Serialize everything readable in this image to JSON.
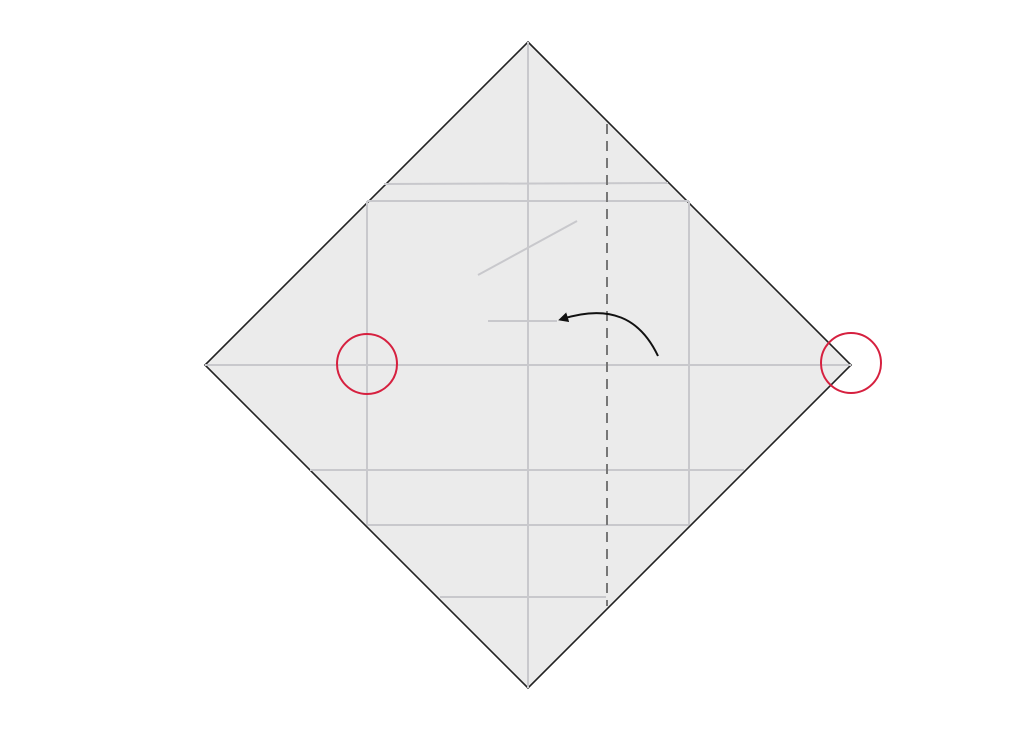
{
  "diagram": {
    "kind": "origami-fold-step",
    "colors": {
      "paper_fill": "#ebebeb",
      "paper_edge": "#222222",
      "crease": "#c8c8cc",
      "fold_line": "#777777",
      "arrow": "#111111",
      "target_marker": "#d6203f",
      "background": "#ffffff"
    },
    "elements": [
      {
        "name": "paper-square",
        "role": "paper sheet rotated 45 degrees (diamond)"
      },
      {
        "name": "existing-creases",
        "role": "light grey crease lines"
      },
      {
        "name": "valley-fold-line",
        "role": "dashed vertical fold line",
        "style": "dashed"
      },
      {
        "name": "fold-arrow",
        "role": "curved arrow showing fold direction",
        "direction": "right-to-left"
      },
      {
        "name": "target-marker-left",
        "role": "red circle marking the destination point",
        "icon": "circle-marker"
      },
      {
        "name": "target-marker-right",
        "role": "red circle marking the corner to be folded",
        "icon": "circle-marker"
      }
    ]
  }
}
